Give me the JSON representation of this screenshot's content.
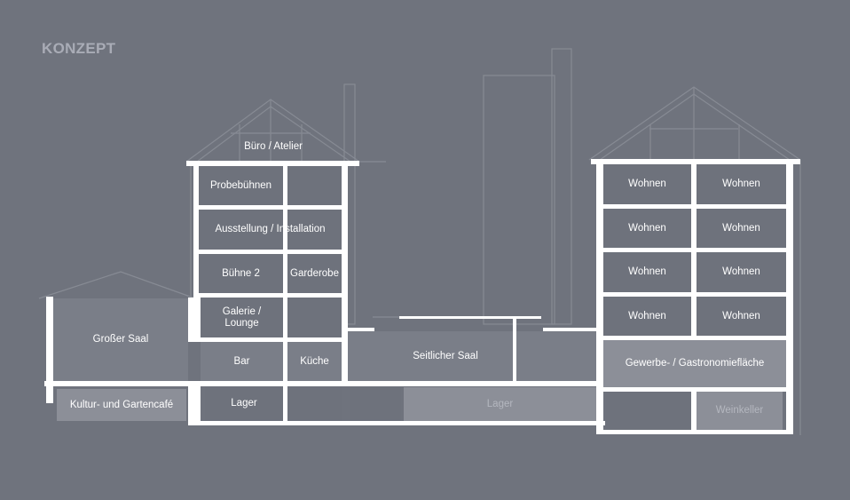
{
  "title": "KONZEPT",
  "rooms": {
    "buero": "Büro / Atelier",
    "probebuehnen": "Probebühnen",
    "ausstellung": "Ausstellung / Installation",
    "buehne2": "Bühne 2",
    "garderobe": "Garderobe",
    "galerie": "Galerie / Lounge",
    "grosser_saal": "Großer Saal",
    "bar": "Bar",
    "kueche": "Küche",
    "seitlicher_saal": "Seitlicher Saal",
    "gewerbe": "Gewerbe- / Gastronomiefläche",
    "kulturcafe": "Kultur- und Gartencafé",
    "lager_left": "Lager",
    "lager_middle": "Lager",
    "weinkeller": "Weinkeller",
    "wohnen": [
      "Wohnen",
      "Wohnen",
      "Wohnen",
      "Wohnen",
      "Wohnen",
      "Wohnen",
      "Wohnen",
      "Wohnen"
    ]
  }
}
